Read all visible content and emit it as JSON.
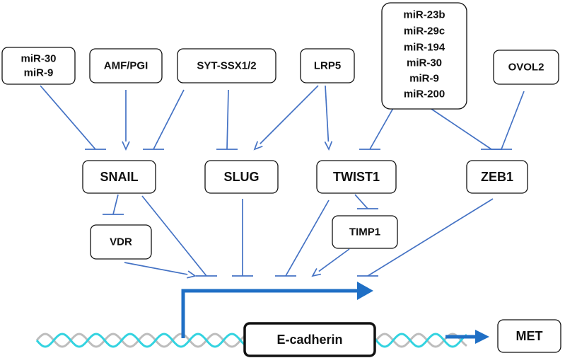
{
  "diagram": {
    "nodes": {
      "mir30_mir9": {
        "lines": [
          "miR-30",
          "miR-9"
        ]
      },
      "amf_pgi": {
        "lines": [
          "AMF/PGI"
        ]
      },
      "syt_ssx": {
        "lines": [
          "SYT-SSX1/2"
        ]
      },
      "lrp5": {
        "lines": [
          "LRP5"
        ]
      },
      "mir_cluster": {
        "lines": [
          "miR-23b",
          "miR-29c",
          "miR-194",
          "miR-30",
          "miR-9",
          "miR-200"
        ]
      },
      "ovol2": {
        "lines": [
          "OVOL2"
        ]
      },
      "snail": {
        "lines": [
          "SNAIL"
        ]
      },
      "slug": {
        "lines": [
          "SLUG"
        ]
      },
      "twist1": {
        "lines": [
          "TWIST1"
        ]
      },
      "zeb1": {
        "lines": [
          "ZEB1"
        ]
      },
      "vdr": {
        "lines": [
          "VDR"
        ]
      },
      "timp1": {
        "lines": [
          "TIMP1"
        ]
      },
      "ecadherin": {
        "lines": [
          "E-cadherin"
        ]
      },
      "met": {
        "lines": [
          "MET"
        ]
      }
    },
    "edges": [
      {
        "from": "mir30_mir9",
        "to": "snail",
        "type": "inhibits"
      },
      {
        "from": "amf_pgi",
        "to": "snail",
        "type": "activates"
      },
      {
        "from": "syt_ssx",
        "to": "snail",
        "type": "inhibits"
      },
      {
        "from": "syt_ssx",
        "to": "slug",
        "type": "inhibits"
      },
      {
        "from": "lrp5",
        "to": "slug",
        "type": "activates"
      },
      {
        "from": "lrp5",
        "to": "twist1",
        "type": "activates"
      },
      {
        "from": "mir_cluster",
        "to": "twist1",
        "type": "inhibits"
      },
      {
        "from": "mir_cluster",
        "to": "zeb1",
        "type": "inhibits"
      },
      {
        "from": "ovol2",
        "to": "zeb1",
        "type": "inhibits"
      },
      {
        "from": "snail",
        "to": "vdr",
        "type": "inhibits"
      },
      {
        "from": "twist1",
        "to": "timp1",
        "type": "inhibits"
      },
      {
        "from": "vdr",
        "to": "ecadherin",
        "type": "activates"
      },
      {
        "from": "snail",
        "to": "ecadherin",
        "type": "inhibits"
      },
      {
        "from": "slug",
        "to": "ecadherin",
        "type": "inhibits"
      },
      {
        "from": "twist1",
        "to": "ecadherin",
        "type": "inhibits"
      },
      {
        "from": "timp1",
        "to": "ecadherin",
        "type": "activates"
      },
      {
        "from": "zeb1",
        "to": "ecadherin",
        "type": "inhibits"
      },
      {
        "from": "ecadherin",
        "to": "met",
        "type": "leads-to"
      }
    ]
  },
  "colors": {
    "regulation_edge": "#4472c4",
    "promoter_arrow": "#1f6fc5",
    "dna_strand_1": "#33d3e0",
    "dna_strand_2": "#bdbdbd"
  }
}
